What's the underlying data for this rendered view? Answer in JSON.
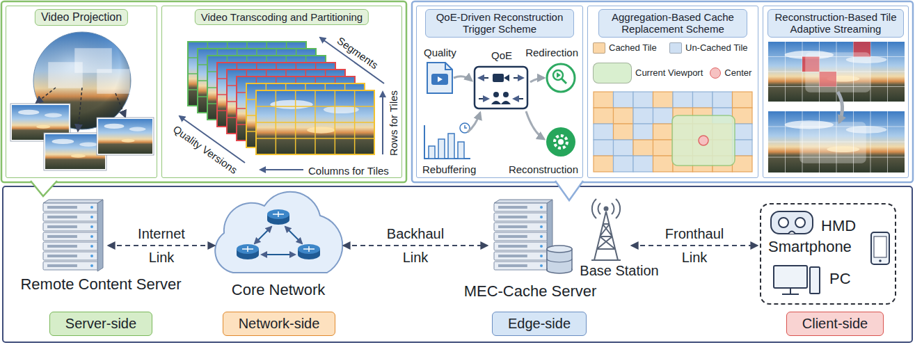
{
  "diagram": {
    "nodes": [
      {
        "text": [
          "Video Projection"
        ]
      },
      {
        "text": [
          "Video Transcoding and Partitioning",
          "Segments",
          "Rows for Tiles",
          "Quality Versions",
          "Columns for Tiles"
        ]
      },
      {
        "text": [
          "QoE-Driven Reconstruction Trigger Scheme",
          "Quality",
          "QoE",
          "Redirection",
          "Rebuffering",
          "Reconstruction"
        ]
      },
      {
        "text": [
          "Aggregation-Based Cache Replacement Scheme"
        ]
      },
      {
        "text": [
          "Reconstruction-Based Tile Adaptive Streaming"
        ]
      },
      {
        "text": [
          "Remote Content Server"
        ]
      },
      {
        "text": [
          "Server-side"
        ]
      },
      {
        "text": [
          "Core Network"
        ]
      },
      {
        "text": [
          "Network-side"
        ]
      },
      {
        "text": [
          "MEC-Cache Server"
        ]
      },
      {
        "text": [
          "Base Station"
        ]
      },
      {
        "text": [
          "Edge-side"
        ]
      },
      {
        "text": [
          "HMD",
          "Smartphone",
          "PC"
        ]
      },
      {
        "text": [
          "Client-side"
        ]
      }
    ],
    "edges": [
      {
        "from": 5,
        "to": 7,
        "label": "Internet Link",
        "arrow": "both"
      },
      {
        "from": 7,
        "to": 9,
        "label": "Backhaul Link",
        "arrow": "both"
      },
      {
        "from": 10,
        "to": 12,
        "label": "Fronthaul Link",
        "arrow": "both"
      }
    ],
    "legend": [
      {
        "text": "Cached Tile",
        "color": "#fbd7a8"
      },
      {
        "text": "Un-Cached Tile",
        "color": "#cfe0f3"
      },
      {
        "text": "Current Viewport",
        "color": "#d9efcf"
      },
      {
        "text": "Center"
      }
    ]
  }
}
